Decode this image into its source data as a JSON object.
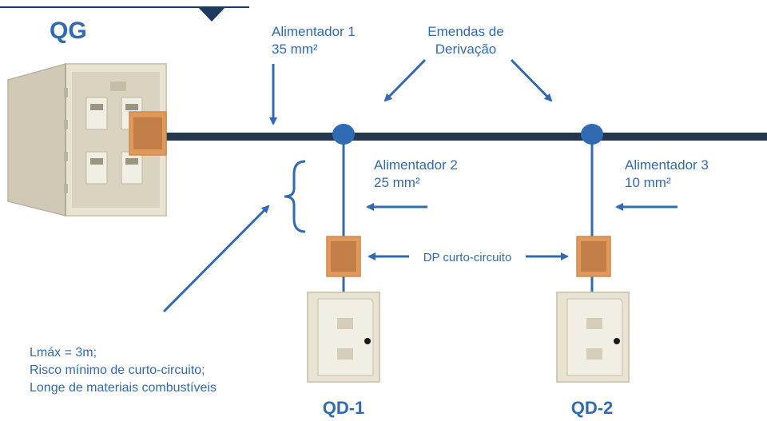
{
  "qg_label": "QG",
  "feeder1": {
    "line1": "Alimentador 1",
    "line2": "35 mm²"
  },
  "splice": {
    "line1": "Emendas de",
    "line2": "Derivação"
  },
  "feeder2": {
    "line1": "Alimentador 2",
    "line2": "25 mm²"
  },
  "feeder3": {
    "line1": "Alimentador 3",
    "line2": "10 mm²"
  },
  "dp_label": "DP curto-circuito",
  "notes": [
    "Lmáx = 3m;",
    "Risco mínimo de curto-circuito;",
    "Longe de materiais combustíveis"
  ],
  "qd1_label": "QD-1",
  "qd2_label": "QD-2",
  "colors": {
    "accent_blue": "#2f6ab3",
    "dark_navy": "#1e3a5f",
    "cable": "#23384f",
    "dp_orange": "#e0995a",
    "dp_inner": "#c27e47",
    "panel_beige": "#e8e3d2",
    "panel_dark": "#cfc9b6"
  }
}
